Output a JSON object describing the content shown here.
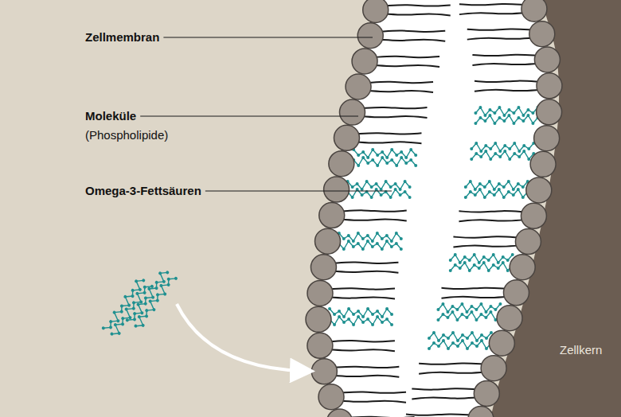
{
  "diagram": {
    "labels": [
      "Zellmembran",
      "Moleküle",
      "(Phospholipide)",
      "Omega-3-Fettsäuren",
      "Zellkern"
    ]
  }
}
